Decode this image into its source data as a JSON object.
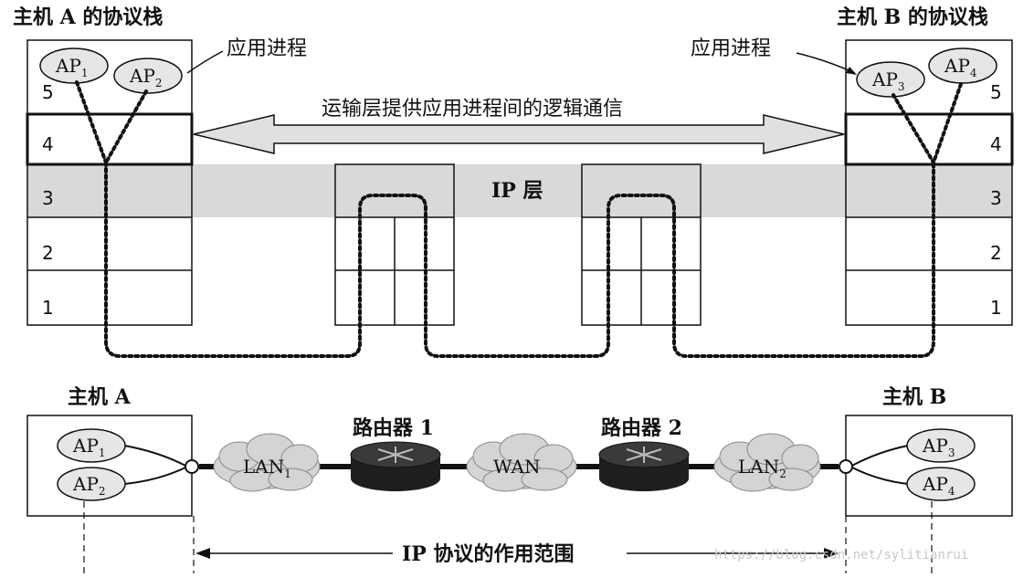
{
  "host_a_stack_title": "主机 A 的协议栈",
  "host_b_stack_title": "主机 B 的协议栈",
  "app_process_label": "应用进程",
  "transport_arrow_label": "运输层提供应用进程间的逻辑通信",
  "ip_layer_label": "IP 层",
  "layer_numbers": [
    "5",
    "4",
    "3",
    "2",
    "1"
  ],
  "ap": {
    "base": "AP",
    "subs": [
      "1",
      "2",
      "3",
      "4"
    ]
  },
  "host_a_label": "主机 A",
  "host_b_label": "主机 B",
  "router1_label": "路由器 1",
  "router2_label": "路由器 2",
  "lan1": {
    "base": "LAN",
    "sub": "1"
  },
  "wan_label": "WAN",
  "lan2": {
    "base": "LAN",
    "sub": "2"
  },
  "ip_scope_label": "IP 协议的作用范围",
  "watermark": "https://blog.csdn.net/sylitianrui",
  "colors": {
    "ip_band": "#d9d9d9",
    "ap_fill": "#e6e6e6",
    "cloud_fill": "#d4d4d4",
    "router_fill": "#2a2a2a",
    "arrow_fill": "#e0e0e0"
  }
}
